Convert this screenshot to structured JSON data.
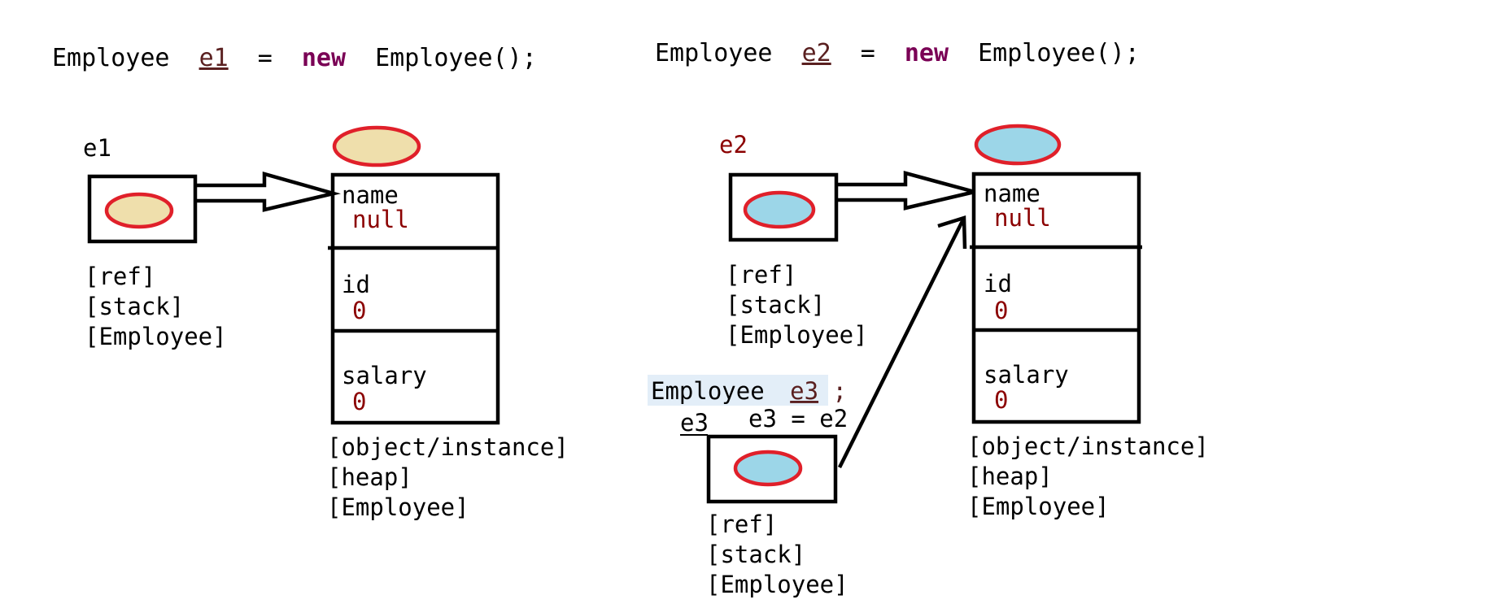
{
  "colors": {
    "beige_fill": "#efdfac",
    "blue_fill": "#9cd6e8",
    "oval_stroke": "#e0202a",
    "value_text": "#8b0000",
    "keyword": "#7a0055",
    "highlight": "#e3eef8"
  },
  "left": {
    "code": {
      "type": "Employee",
      "var": "e1",
      "eq": "=",
      "kw": "new",
      "ctor": "Employee();"
    },
    "ref_name": "e1",
    "ref_tags": [
      "[ref]",
      "[stack]",
      "[Employee]"
    ],
    "fields": [
      {
        "name": "name",
        "value": "null"
      },
      {
        "name": "id",
        "value": "0"
      },
      {
        "name": "salary",
        "value": "0"
      }
    ],
    "obj_tags": [
      "[object/instance]",
      "[heap]",
      "[Employee]"
    ]
  },
  "right": {
    "code": {
      "type": "Employee",
      "var": "e2",
      "eq": "=",
      "kw": "new",
      "ctor": "Employee();"
    },
    "ref_name": "e2",
    "ref_tags": [
      "[ref]",
      "[stack]",
      "[Employee]"
    ],
    "fields": [
      {
        "name": "name",
        "value": "null"
      },
      {
        "name": "id",
        "value": "0"
      },
      {
        "name": "salary",
        "value": "0"
      }
    ],
    "obj_tags": [
      "[object/instance]",
      "[heap]",
      "[Employee]"
    ],
    "e3_decl": {
      "type": "Employee",
      "var": "e3",
      "semi": ";"
    },
    "e3_name": "e3",
    "e3_assign": "e3 = e2",
    "e3_tags": [
      "[ref]",
      "[stack]",
      "[Employee]"
    ]
  }
}
